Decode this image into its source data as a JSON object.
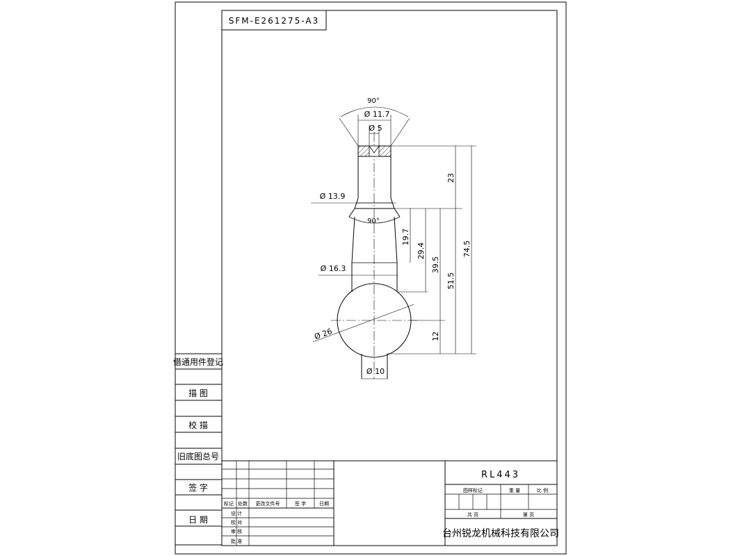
{
  "drawing_number": "SFM-E261275-A3",
  "part_code": "RL443",
  "company": "台州锐龙机械科技有限公司",
  "left_column": {
    "registration": "借通用件登记",
    "tracing": "描 图",
    "proofread": "校 描",
    "old_drawing_no": "旧底图总号",
    "signature": "签 字",
    "date": "日 期"
  },
  "revision_block": {
    "mark": "标记",
    "count": "处数",
    "change_doc": "更改文件号",
    "sign": "签 字",
    "date": "日期",
    "design": "设 计",
    "check": "校 对",
    "review": "审 核",
    "approve": "批 准"
  },
  "title_block": {
    "drawing_mark": "图样标记",
    "weight": "重 量",
    "scale": "比 例",
    "total": "共 页",
    "sheet": "第 页"
  },
  "dimensions": {
    "top_angle": "90°",
    "top_outer_dia": "Ø 11.7",
    "hole_dia": "Ø 5",
    "neck_dia": "Ø 13.9",
    "neck_angle": "90°",
    "shank_dia": "Ø 16.3",
    "ball_dia": "Ø 26",
    "bottom_dia": "Ø 10",
    "len_23": "23",
    "len_19_7": "19.7",
    "len_29_4": "29.4",
    "len_39_5": "39.5",
    "len_51_5": "51.5",
    "len_12": "12",
    "len_74_5": "74.5"
  }
}
